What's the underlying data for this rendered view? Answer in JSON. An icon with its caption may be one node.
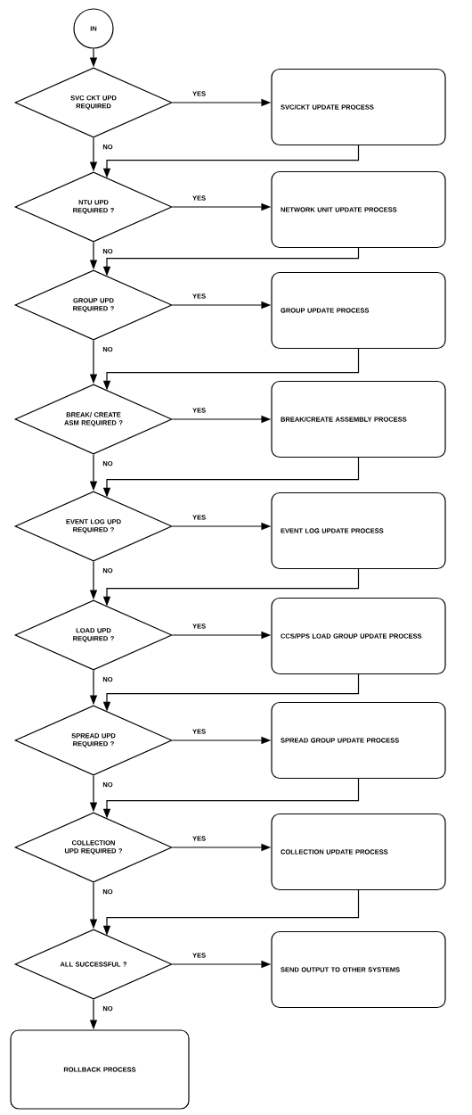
{
  "diagram": {
    "nodes": [
      {
        "text": [
          "IN"
        ]
      },
      {
        "text": [
          "SVC CKT UPD REQUIRED"
        ]
      },
      {
        "text": [
          "SVC/CKT UPDATE PROCESS"
        ]
      },
      {
        "text": [
          "NTU UPD REQUIRED ?"
        ]
      },
      {
        "text": [
          "NETWORK UNIT UPDATE PROCESS"
        ]
      },
      {
        "text": [
          "GROUP UPD REQUIRED ?"
        ]
      },
      {
        "text": [
          "GROUP UPDATE PROCESS"
        ]
      },
      {
        "text": [
          "BREAK/ CREATE ASM REQUIRED ?"
        ]
      },
      {
        "text": [
          "BREAK/CREATE ASSEMBLY PROCESS"
        ]
      },
      {
        "text": [
          "EVENT LOG UPD REQUIRED ?"
        ]
      },
      {
        "text": [
          "EVENT LOG UPDATE PROCESS"
        ]
      },
      {
        "text": [
          "LOAD UPD REQUIRED ?"
        ]
      },
      {
        "text": [
          "CCS/PPS LOAD GROUP UPDATE PROCESS"
        ]
      },
      {
        "text": [
          "SPREAD UPD REQUIRED ?"
        ]
      },
      {
        "text": [
          "SPREAD GROUP UPDATE PROCESS"
        ]
      },
      {
        "text": [
          "COLLECTION UPD REQUIRED ?"
        ]
      },
      {
        "text": [
          "COLLECTION UPDATE PROCESS"
        ]
      },
      {
        "text": [
          "ALL SUCCESSFUL ?"
        ]
      },
      {
        "text": [
          "SEND OUTPUT TO OTHER SYSTEMS"
        ]
      },
      {
        "text": [
          "ROLLBACK PROCESS"
        ]
      }
    ],
    "edges": [
      {
        "from": 0,
        "to": 1,
        "arrow": "to"
      },
      {
        "from": 1,
        "to": 2,
        "label": "YES",
        "arrow": "to"
      },
      {
        "from": 1,
        "to": 3,
        "label": "NO",
        "arrow": "to"
      },
      {
        "from": 2,
        "to": 3,
        "arrow": "to"
      },
      {
        "from": 3,
        "to": 4,
        "label": "YES",
        "arrow": "to"
      },
      {
        "from": 3,
        "to": 5,
        "label": "NO",
        "arrow": "to"
      },
      {
        "from": 4,
        "to": 5,
        "arrow": "to"
      },
      {
        "from": 5,
        "to": 6,
        "label": "YES",
        "arrow": "to"
      },
      {
        "from": 5,
        "to": 7,
        "label": "NO",
        "arrow": "to"
      },
      {
        "from": 6,
        "to": 7,
        "arrow": "to"
      },
      {
        "from": 7,
        "to": 8,
        "label": "YES",
        "arrow": "to"
      },
      {
        "from": 7,
        "to": 9,
        "label": "NO",
        "arrow": "to"
      },
      {
        "from": 8,
        "to": 9,
        "arrow": "to"
      },
      {
        "from": 9,
        "to": 10,
        "label": "YES",
        "arrow": "to"
      },
      {
        "from": 9,
        "to": 11,
        "label": "NO",
        "arrow": "to"
      },
      {
        "from": 10,
        "to": 11,
        "arrow": "to"
      },
      {
        "from": 11,
        "to": 12,
        "label": "YES",
        "arrow": "to"
      },
      {
        "from": 11,
        "to": 13,
        "label": "NO",
        "arrow": "to"
      },
      {
        "from": 12,
        "to": 13,
        "arrow": "to"
      },
      {
        "from": 13,
        "to": 14,
        "label": "YES",
        "arrow": "to"
      },
      {
        "from": 13,
        "to": 15,
        "label": "NO",
        "arrow": "to"
      },
      {
        "from": 14,
        "to": 15,
        "arrow": "to"
      },
      {
        "from": 15,
        "to": 16,
        "label": "YES",
        "arrow": "to"
      },
      {
        "from": 15,
        "to": 17,
        "label": "NO",
        "arrow": "to"
      },
      {
        "from": 16,
        "to": 17,
        "arrow": "to"
      },
      {
        "from": 17,
        "to": 18,
        "label": "YES",
        "arrow": "to"
      },
      {
        "from": 17,
        "to": 19,
        "label": "NO",
        "arrow": "to"
      }
    ]
  }
}
